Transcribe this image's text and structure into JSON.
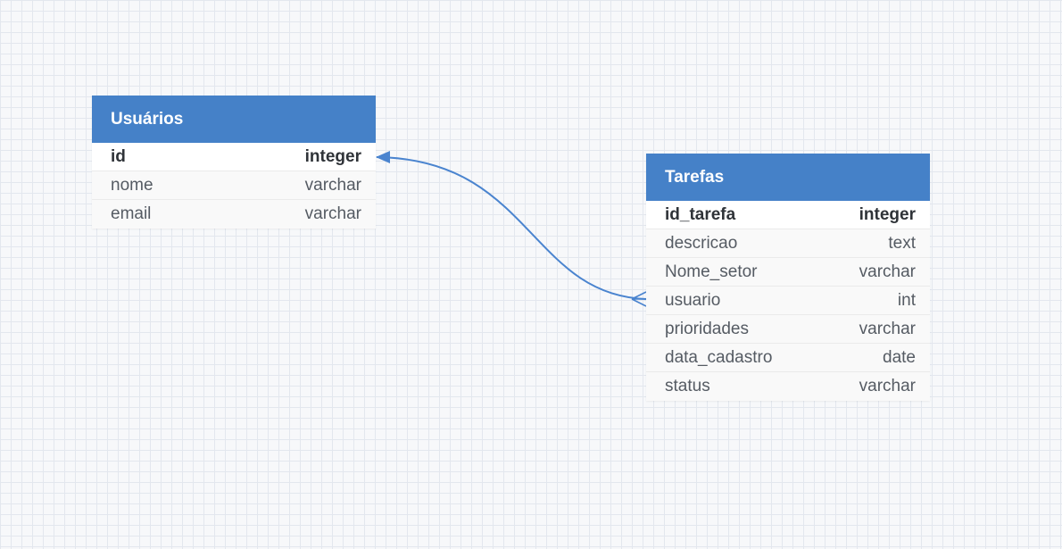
{
  "colors": {
    "header": "#4581c8",
    "relation": "#4a84cf",
    "grid": "#e3e7ee",
    "background": "#f7f8fa"
  },
  "tables": {
    "usuarios": {
      "name": "Usuários",
      "fields": [
        {
          "name": "id",
          "type": "integer",
          "primary": true
        },
        {
          "name": "nome",
          "type": "varchar",
          "primary": false
        },
        {
          "name": "email",
          "type": "varchar",
          "primary": false
        }
      ]
    },
    "tarefas": {
      "name": "Tarefas",
      "fields": [
        {
          "name": "id_tarefa",
          "type": "integer",
          "primary": true
        },
        {
          "name": "descricao",
          "type": "text",
          "primary": false
        },
        {
          "name": "Nome_setor",
          "type": "varchar",
          "primary": false
        },
        {
          "name": "usuario",
          "type": "int",
          "primary": false
        },
        {
          "name": "prioridades",
          "type": "varchar",
          "primary": false
        },
        {
          "name": "data_cadastro",
          "type": "date",
          "primary": false
        },
        {
          "name": "status",
          "type": "varchar",
          "primary": false
        }
      ]
    }
  },
  "relations": [
    {
      "from_table": "tarefas",
      "from_field": "usuario",
      "from_cardinality": "many",
      "to_table": "usuarios",
      "to_field": "id",
      "to_cardinality": "one"
    }
  ]
}
